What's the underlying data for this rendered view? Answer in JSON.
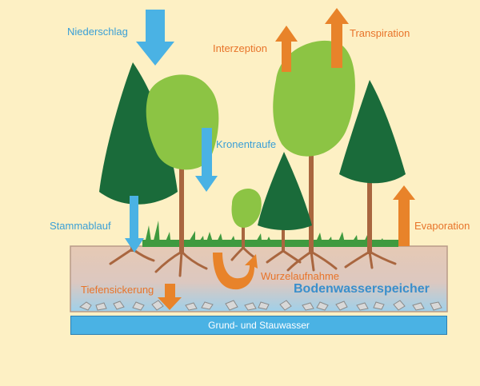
{
  "labels": {
    "niederschlag": "Niederschlag",
    "interzeption": "Interzeption",
    "transpiration": "Transpiration",
    "kronentraufe": "Kronentraufe",
    "stammablauf": "Stammablauf",
    "evaporation": "Evaporation",
    "wurzelaufnahme": "Wurzelaufnahme",
    "tiefensickerung": "Tiefensickerung",
    "bodenwasserspeicher": "Bodenwasserspeicher",
    "grundwasser": "Grund- und Stauwasser"
  },
  "colors": {
    "background": "#fdf0c4",
    "water_blue": "#4ab2e4",
    "flux_orange": "#e8832a",
    "dark_tree": "#1a6b3a",
    "light_tree": "#8cc444",
    "trunk": "#a9663f",
    "soil": "#e6c9b4",
    "grass": "#3f9a3f"
  }
}
